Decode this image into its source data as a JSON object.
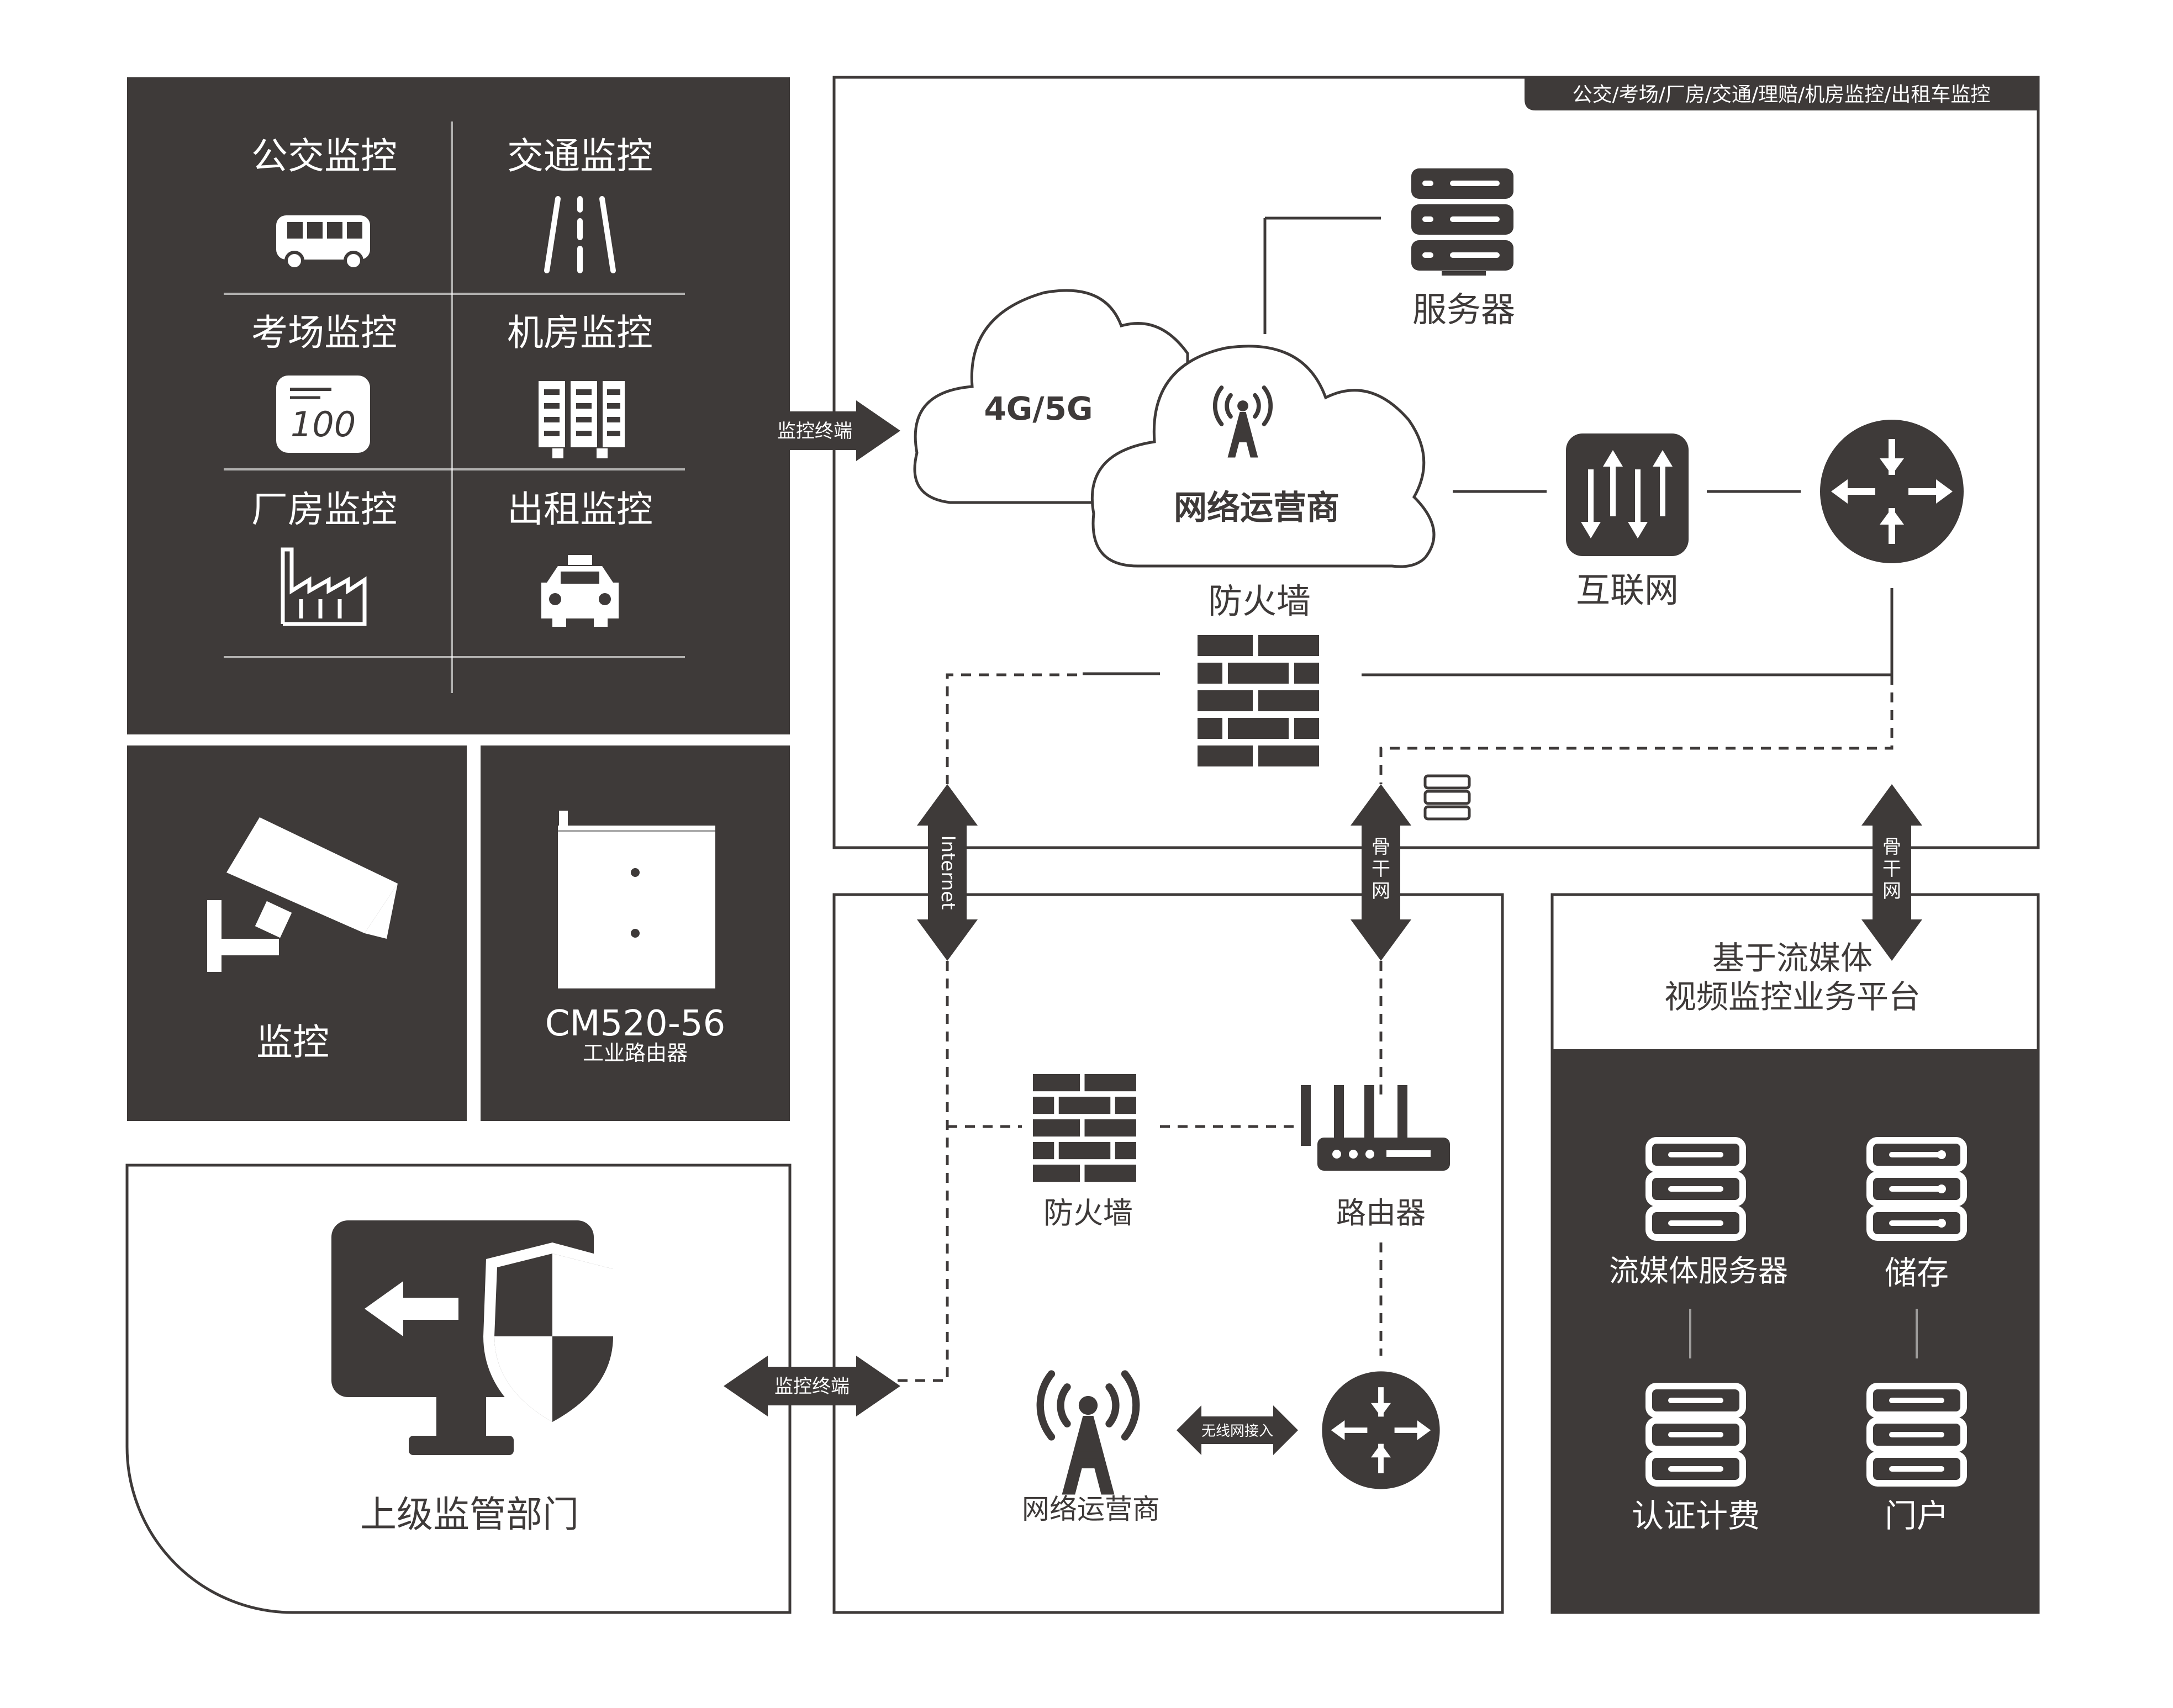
{
  "colors": {
    "dark": "#3e3a39",
    "light": "#ffffff",
    "line": "#3e3a39"
  },
  "scenarios": {
    "bus": "公交监控",
    "traffic": "交通监控",
    "exam": "考场监控",
    "server_room": "机房监控",
    "factory": "厂房监控",
    "taxi": "出租监控",
    "exam_score": "100"
  },
  "camera_label": "监控",
  "router_model": "CM520-56",
  "router_type": "工业路由器",
  "supervisor_label": "上级监管部门",
  "arrows": {
    "terminal_top": "监控终端",
    "terminal_bottom": "监控终端",
    "internet": "Internet",
    "backbone_1": "骨干网",
    "backbone_2": "骨干网",
    "wireless": "无线网接入"
  },
  "cloud": {
    "banner": "公交/考场/厂房/交通/理赔/机房监控/出租车监控",
    "network_type": "4G/5G",
    "operator": "网络运营商",
    "server": "服务器",
    "internet": "互联网",
    "firewall": "防火墙"
  },
  "access": {
    "firewall": "防火墙",
    "router": "路由器",
    "operator": "网络运营商"
  },
  "platform": {
    "title_line1": "基于流媒体",
    "title_line2": "视频监控业务平台",
    "streaming_server": "流媒体服务器",
    "storage": "储存",
    "billing": "认证计费",
    "portal": "门户"
  }
}
